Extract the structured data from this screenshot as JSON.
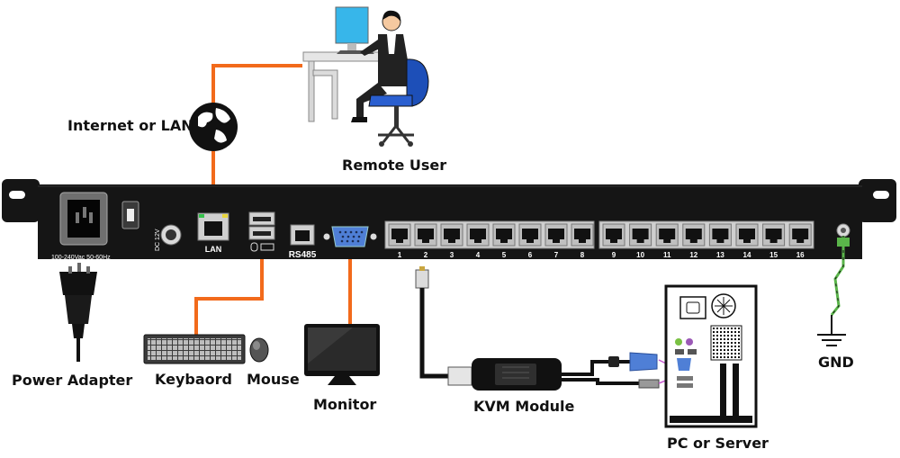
{
  "labels": {
    "internet": "Internet or LAN",
    "remote_user": "Remote User",
    "power_adapter": "Power Adapter",
    "keyboard": "Keybaord",
    "mouse": "Mouse",
    "monitor": "Monitor",
    "kvm_module": "KVM Module",
    "pc_server": "PC or Server",
    "gnd": "GND"
  },
  "panel": {
    "power_spec": "100-240Vac 50-60Hz",
    "dc": "DC 12V",
    "lan": "LAN",
    "rs485": "RS485",
    "ports": [
      "1",
      "2",
      "3",
      "4",
      "5",
      "6",
      "7",
      "8",
      "9",
      "10",
      "11",
      "12",
      "13",
      "14",
      "15",
      "16"
    ]
  },
  "colors": {
    "cable": "#f26a1b",
    "chassis": "#151515",
    "ground_wire": "#5ab54a",
    "vga_blue": "#4f7fd6"
  }
}
